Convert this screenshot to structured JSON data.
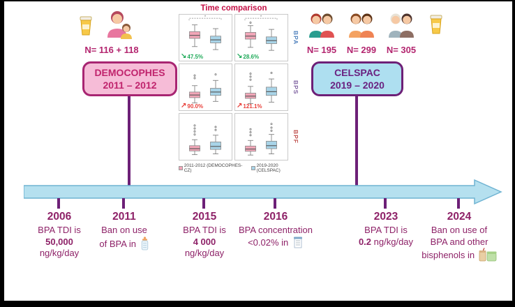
{
  "figure": {
    "left": {
      "n_label": "N= 116 + 118",
      "box_line1": "DEMOCOPHES",
      "box_line2": "2011 – 2012"
    },
    "right": {
      "n_labels": [
        "N= 195",
        "N= 299",
        "N= 305"
      ],
      "box_line1": "CELSPAC",
      "box_line2": "2019 – 2020"
    },
    "timeline": {
      "events": [
        {
          "year": "2006",
          "l1": "BPA TDI is",
          "bold": "50,000",
          "l2": "ng/kg/day"
        },
        {
          "year": "2011",
          "l1": "Ban on use",
          "l2": "of BPA in"
        },
        {
          "year": "2015",
          "l1": "BPA TDI is",
          "bold": "4 000",
          "l2": "ng/kg/day"
        },
        {
          "year": "2016",
          "l1": "BPA concentration",
          "l2": "<0.02% in"
        },
        {
          "year": "2023",
          "l1": "BPA TDI is",
          "bold": "0.2",
          "l2": "ng/kg/day"
        },
        {
          "year": "2024",
          "l1": "Ban on use of",
          "l2": "BPA and other",
          "l3": "bisphenols in"
        }
      ]
    },
    "colors": {
      "accent_magenta": "#8e2268",
      "connector_purple": "#6d2077",
      "timeline_fill": "#b5e0ef",
      "timeline_stroke": "#6fb3d2"
    }
  },
  "chart_data": {
    "type": "boxplot",
    "title": "Time comparison",
    "title_color": "#c40f45",
    "row_labels": [
      "BPA",
      "BPS",
      "BPF"
    ],
    "row_label_colors": [
      "#4f81bd",
      "#8064a2",
      "#c0504d"
    ],
    "groups": [
      "2011-2012 (DEMOCOPHES-CZ)",
      "2019-2020 (CELSPAC)"
    ],
    "group_colors": [
      "#f2a6b8",
      "#a8d4e8"
    ],
    "change_colors": {
      "down": "#1faa59",
      "up": "#e8403a"
    },
    "panels": [
      [
        {
          "boxes": [
            [
              30,
              52,
              60,
              70,
              88
            ],
            [
              22,
              40,
              48,
              58,
              78
            ]
          ],
          "outliers": [
            [],
            []
          ],
          "change": "47.5%",
          "dir": "down",
          "bracket": true
        },
        {
          "boxes": [
            [
              28,
              50,
              58,
              68,
              86
            ],
            [
              20,
              38,
              46,
              56,
              76
            ]
          ],
          "outliers": [
            [
              94
            ],
            []
          ],
          "change": "28.6%",
          "dir": "down",
          "bracket": true
        }
      ],
      [
        {
          "boxes": [
            [
              12,
              26,
              33,
              41,
              58
            ],
            [
              16,
              32,
              41,
              51,
              72
            ]
          ],
          "outliers": [
            [
              78,
              85
            ],
            [
              88
            ]
          ],
          "change": "90.0%",
          "dir": "up",
          "bracket": false
        },
        {
          "boxes": [
            [
              10,
              24,
              30,
              38,
              56
            ],
            [
              14,
              32,
              42,
              54,
              76
            ]
          ],
          "outliers": [
            [
              74,
              82,
              90
            ],
            [
              92
            ]
          ],
          "change": "121.1%",
          "dir": "up",
          "bracket": false
        }
      ],
      [
        {
          "boxes": [
            [
              6,
              16,
              22,
              30,
              46
            ],
            [
              8,
              20,
              28,
              40,
              58
            ]
          ],
          "outliers": [
            [
              60,
              68,
              76,
              84
            ],
            [
              72,
              80
            ]
          ],
          "change": "",
          "dir": "",
          "bracket": false
        },
        {
          "boxes": [
            [
              5,
              15,
              21,
              29,
              44
            ],
            [
              8,
              22,
              30,
              42,
              60
            ]
          ],
          "outliers": [
            [
              58,
              66,
              74
            ],
            [
              70,
              78,
              88
            ]
          ],
          "change": "",
          "dir": "",
          "bracket": false
        }
      ]
    ]
  }
}
